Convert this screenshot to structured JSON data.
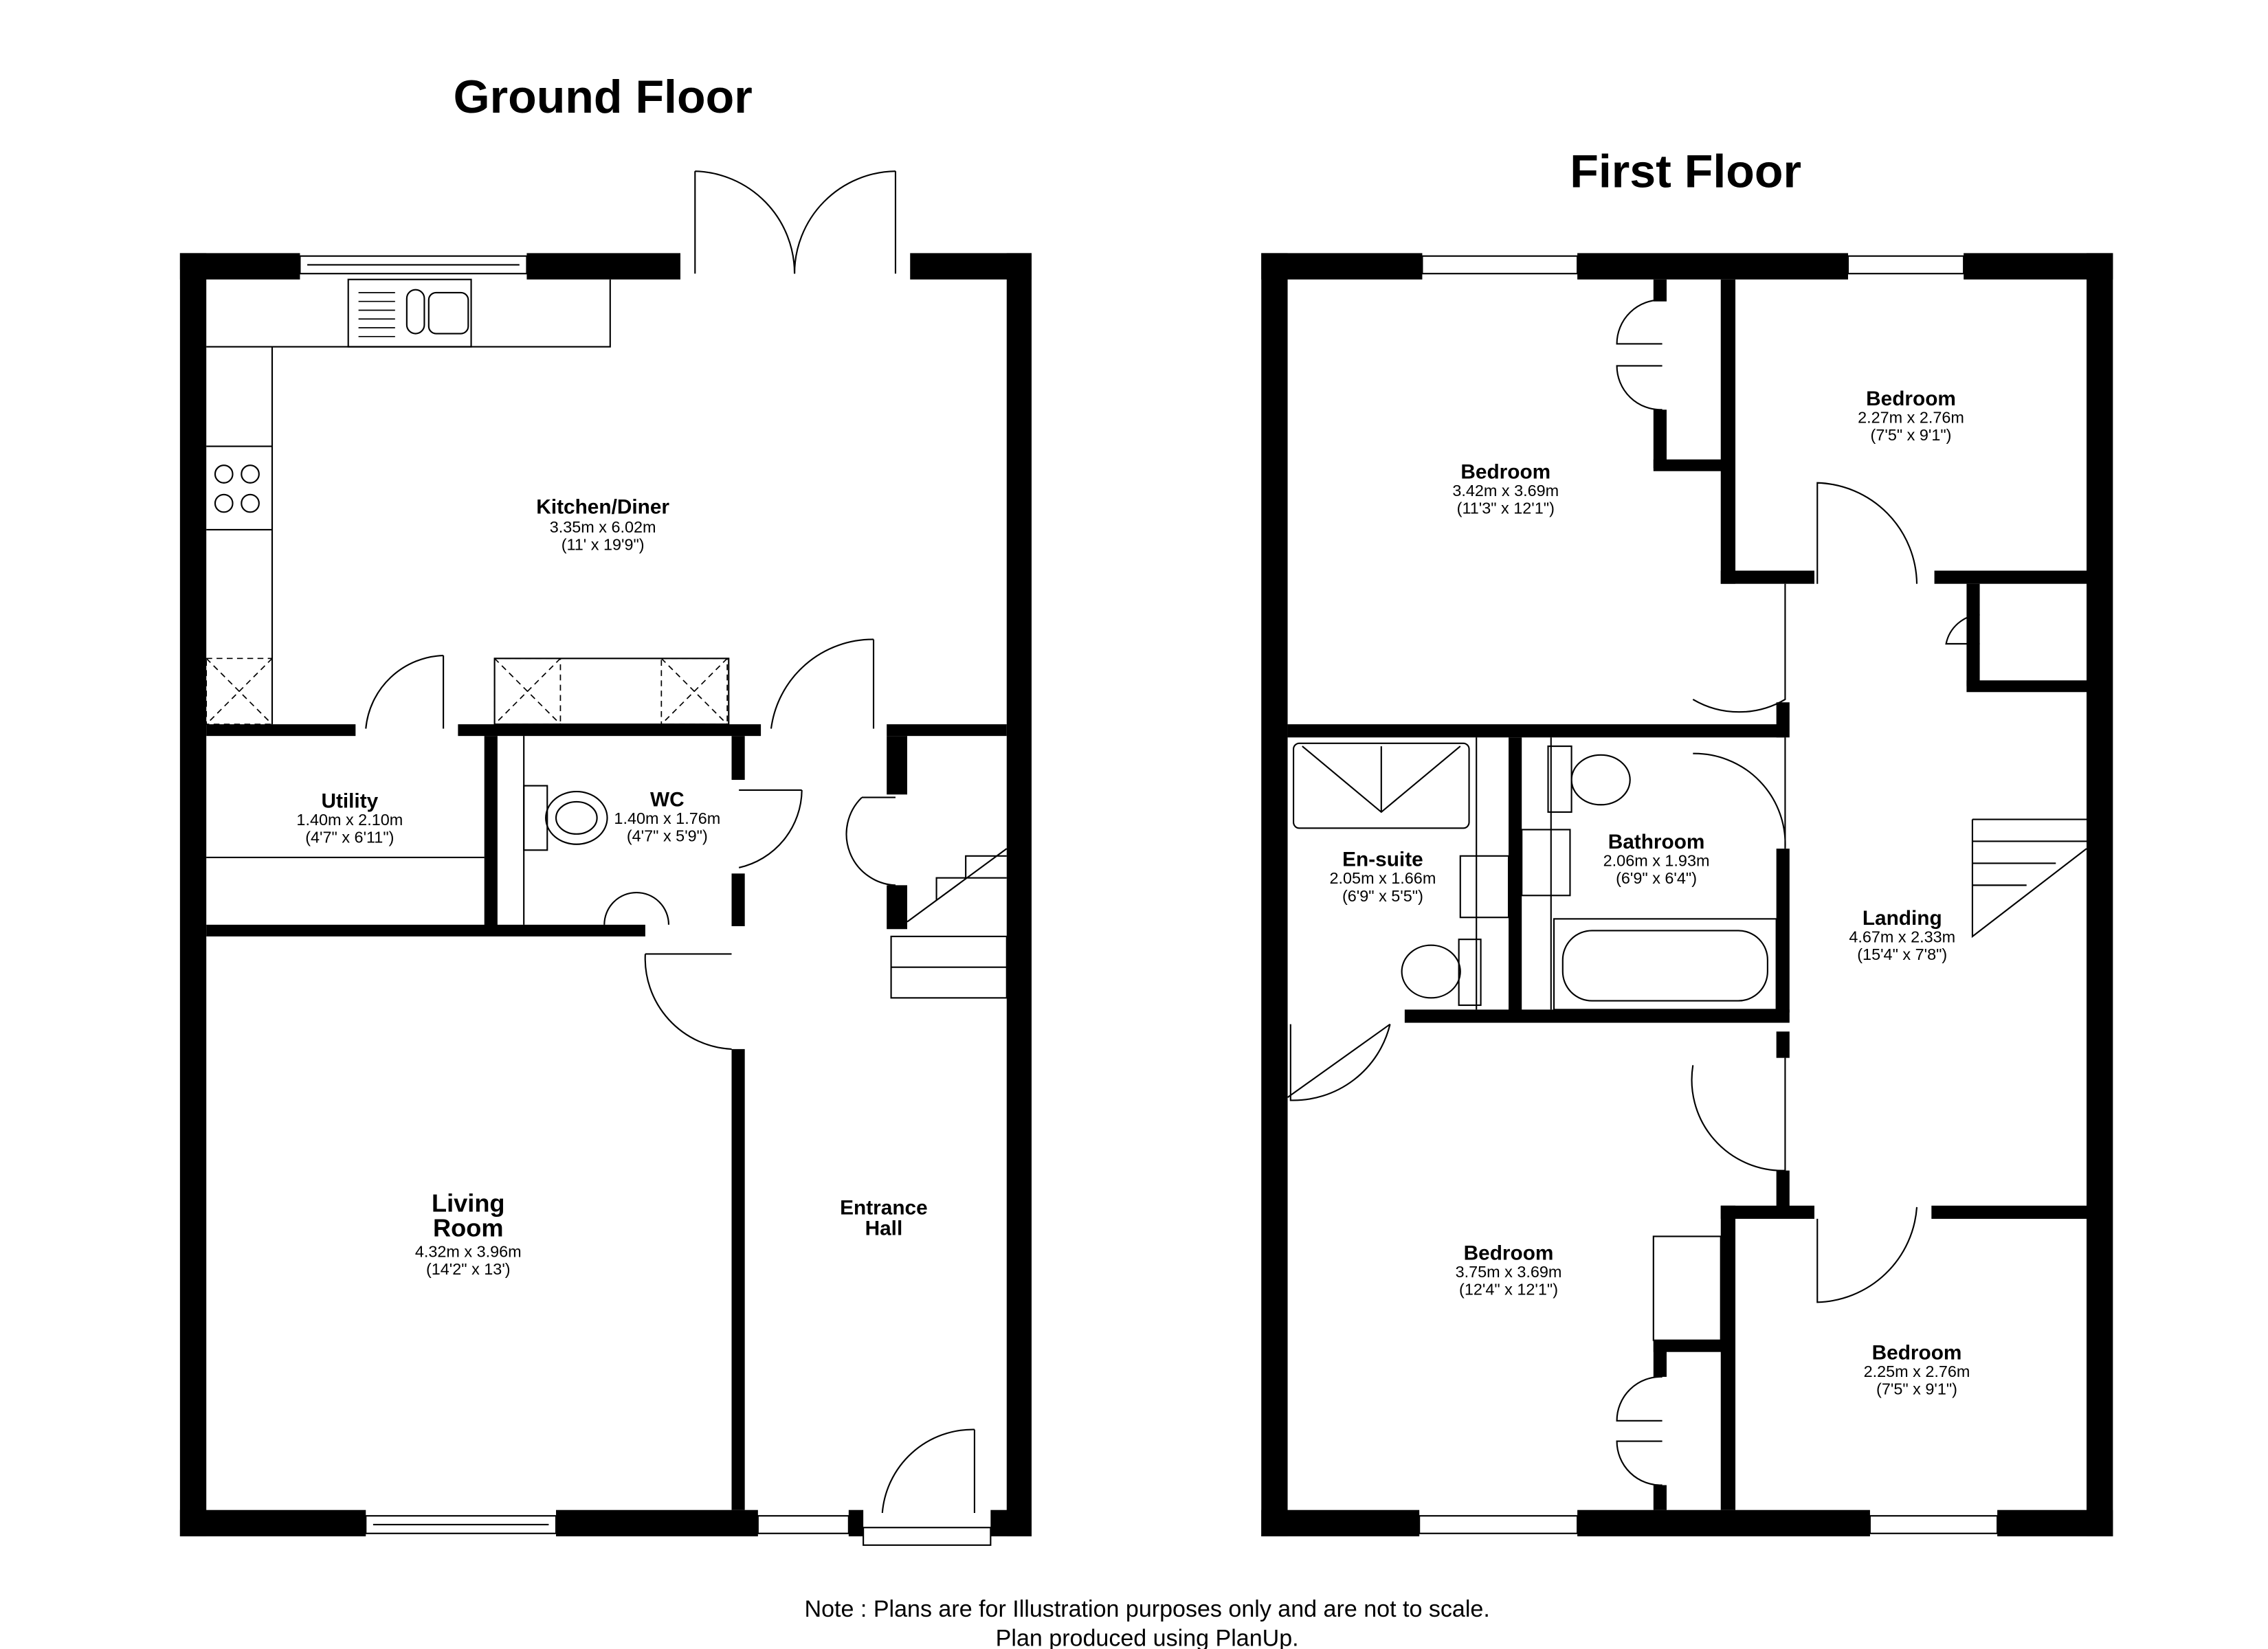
{
  "ground_floor": {
    "title": "Ground Floor",
    "rooms": {
      "kitchen": {
        "name": "Kitchen/Diner",
        "metric": "3.35m x 6.02m",
        "imperial": "(11' x 19'9\")"
      },
      "utility": {
        "name": "Utility",
        "metric": "1.40m x 2.10m",
        "imperial": "(4'7\" x 6'11\")"
      },
      "wc": {
        "name": "WC",
        "metric": "1.40m x 1.76m",
        "imperial": "(4'7\" x 5'9\")"
      },
      "living": {
        "name": [
          "Living",
          "Room"
        ],
        "metric": "4.32m x 3.96m",
        "imperial": "(14'2\" x 13')"
      },
      "hall": {
        "name": [
          "Entrance",
          "Hall"
        ]
      }
    }
  },
  "first_floor": {
    "title": "First Floor",
    "rooms": {
      "bedroom1": {
        "name": "Bedroom",
        "metric": "3.42m x 3.69m",
        "imperial": "(11'3\" x 12'1\")"
      },
      "bedroom2": {
        "name": "Bedroom",
        "metric": "2.27m x 2.76m",
        "imperial": "(7'5\" x 9'1\")"
      },
      "ensuite": {
        "name": "En-suite",
        "metric": "2.05m x 1.66m",
        "imperial": "(6'9\" x 5'5\")"
      },
      "bathroom": {
        "name": "Bathroom",
        "metric": "2.06m x 1.93m",
        "imperial": "(6'9\" x 6'4\")"
      },
      "landing": {
        "name": "Landing",
        "metric": "4.67m x 2.33m",
        "imperial": "(15'4\" x 7'8\")"
      },
      "bedroom3": {
        "name": "Bedroom",
        "metric": "3.75m x 3.69m",
        "imperial": "(12'4\" x 12'1\")"
      },
      "bedroom4": {
        "name": "Bedroom",
        "metric": "2.25m x 2.76m",
        "imperial": "(7'5\" x 9'1\")"
      }
    }
  },
  "footer": {
    "note": "Note : Plans are for Illustration purposes only and are not to scale.",
    "credit": "Plan produced using PlanUp."
  }
}
